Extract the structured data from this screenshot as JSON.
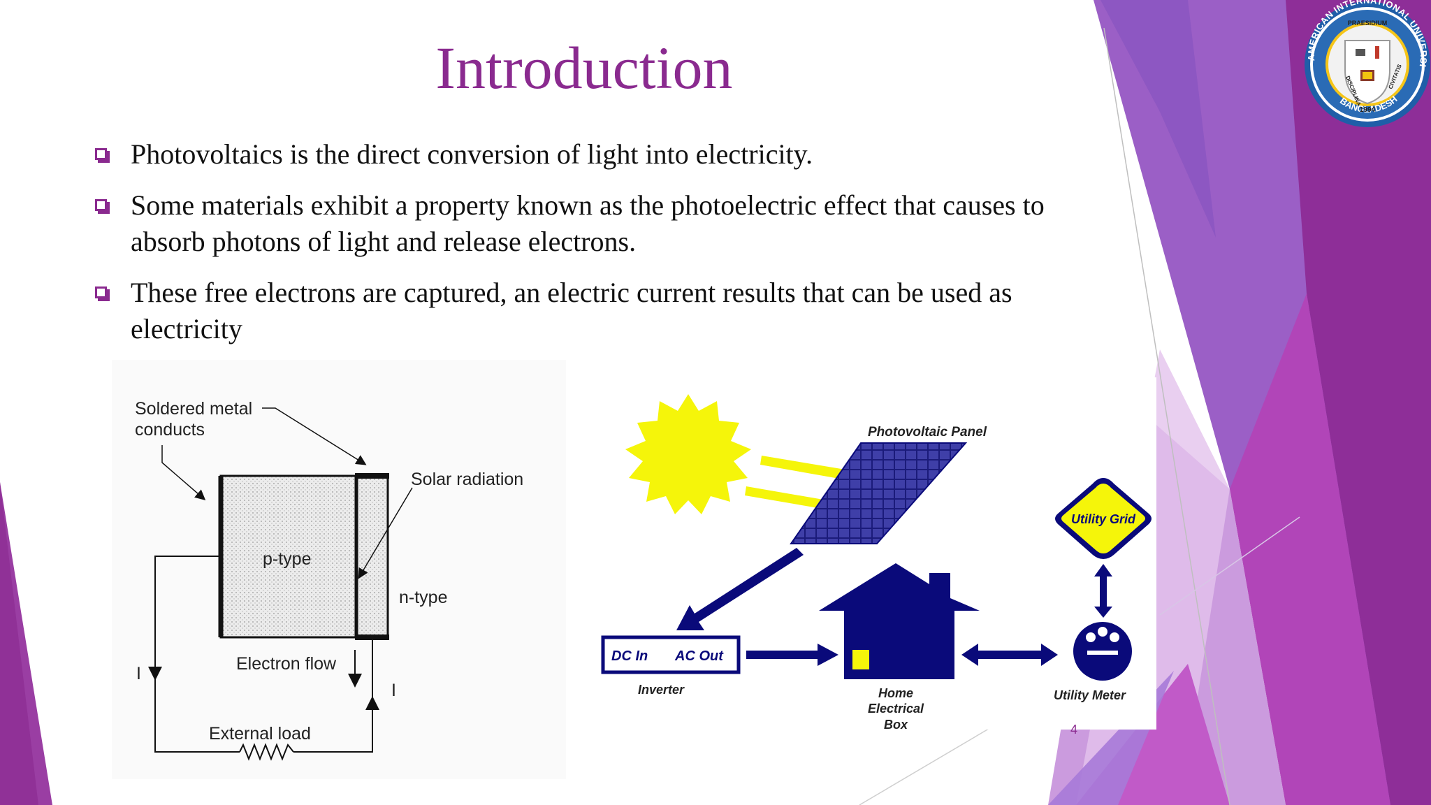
{
  "slide": {
    "title": "Introduction",
    "bullets": [
      "Photovoltaics is the direct conversion of light into electricity.",
      "Some materials exhibit a property known as the photoelectric effect that causes to absorb photons of light and release electrons.",
      "These free electrons are captured, an electric current results that can be used as electricity"
    ],
    "page_number": "4"
  },
  "logo": {
    "text_top": "AMERICAN INTERNATIONAL UNIVERSITY",
    "text_bottom": "BANGLADESH",
    "motto_top": "PRAESIDIUM",
    "motto_left": "DISCIPLINA",
    "motto_right": "CIVITATIS",
    "year": "1994"
  },
  "cell_diagram": {
    "soldered_label_1": "Soldered metal",
    "soldered_label_2": "conducts",
    "solar_radiation": "Solar radiation",
    "p_type": "p-type",
    "n_type": "n-type",
    "electron_flow": "Electron flow",
    "external_load": "External load",
    "current_left": "I",
    "current_right": "I"
  },
  "system_diagram": {
    "panel_label": "Photovoltaic Panel",
    "utility_grid": "Utility Grid",
    "dc_in": "DC In",
    "ac_out": "AC Out",
    "inverter": "Inverter",
    "home_box_1": "Home",
    "home_box_2": "Electrical",
    "home_box_3": "Box",
    "utility_meter": "Utility Meter"
  },
  "colors": {
    "accent_purple": "#8a2a8f",
    "navy": "#0a0a7a",
    "yellow": "#f5f50a"
  }
}
